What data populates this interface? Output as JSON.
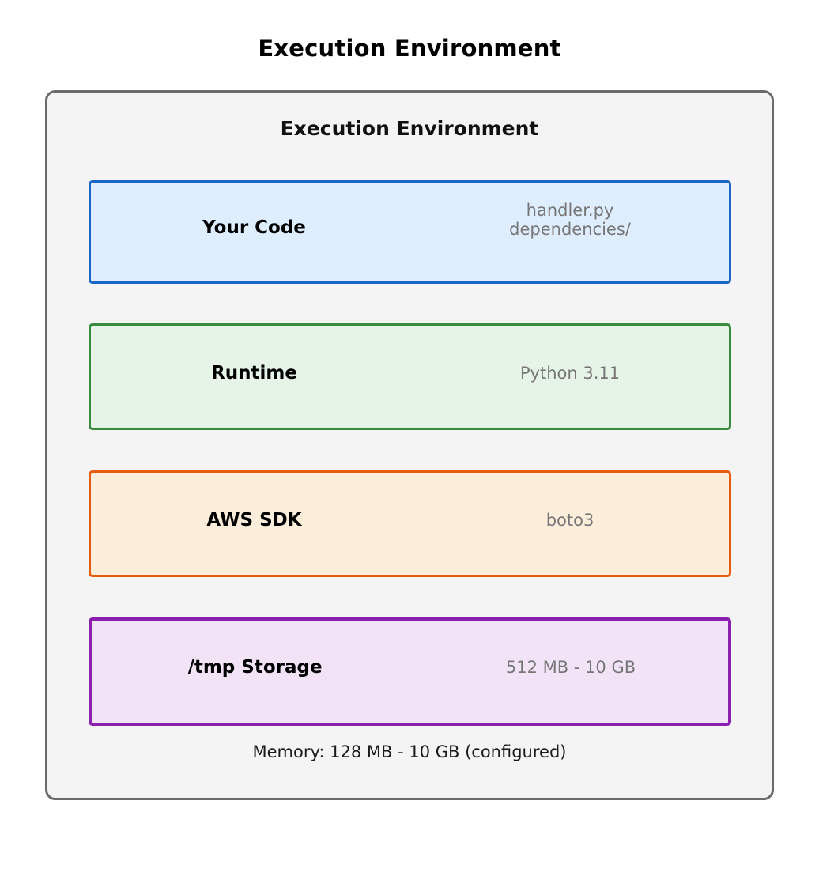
{
  "page": {
    "title": "Execution Environment"
  },
  "panel": {
    "title": "Execution Environment",
    "border_color": "#6b6b6b",
    "fill_color": "#f4f4f4",
    "footer_note": "Memory: 128 MB - 10 GB (configured)",
    "layers": [
      {
        "label": "Your Code",
        "detail": "handler.py\ndependencies/",
        "border_color": "#1a66c4",
        "fill_color": "#deeeff"
      },
      {
        "label": "Runtime",
        "detail": "Python 3.11",
        "border_color": "#3a8a3f",
        "fill_color": "#e6f4e7"
      },
      {
        "label": "AWS SDK",
        "detail": "boto3",
        "border_color": "#e85d0d",
        "fill_color": "#fdeedb"
      },
      {
        "label": "/tmp Storage",
        "detail": "512 MB - 10 GB",
        "border_color": "#8b1fb0",
        "fill_color": "#f2e3f6"
      }
    ]
  }
}
